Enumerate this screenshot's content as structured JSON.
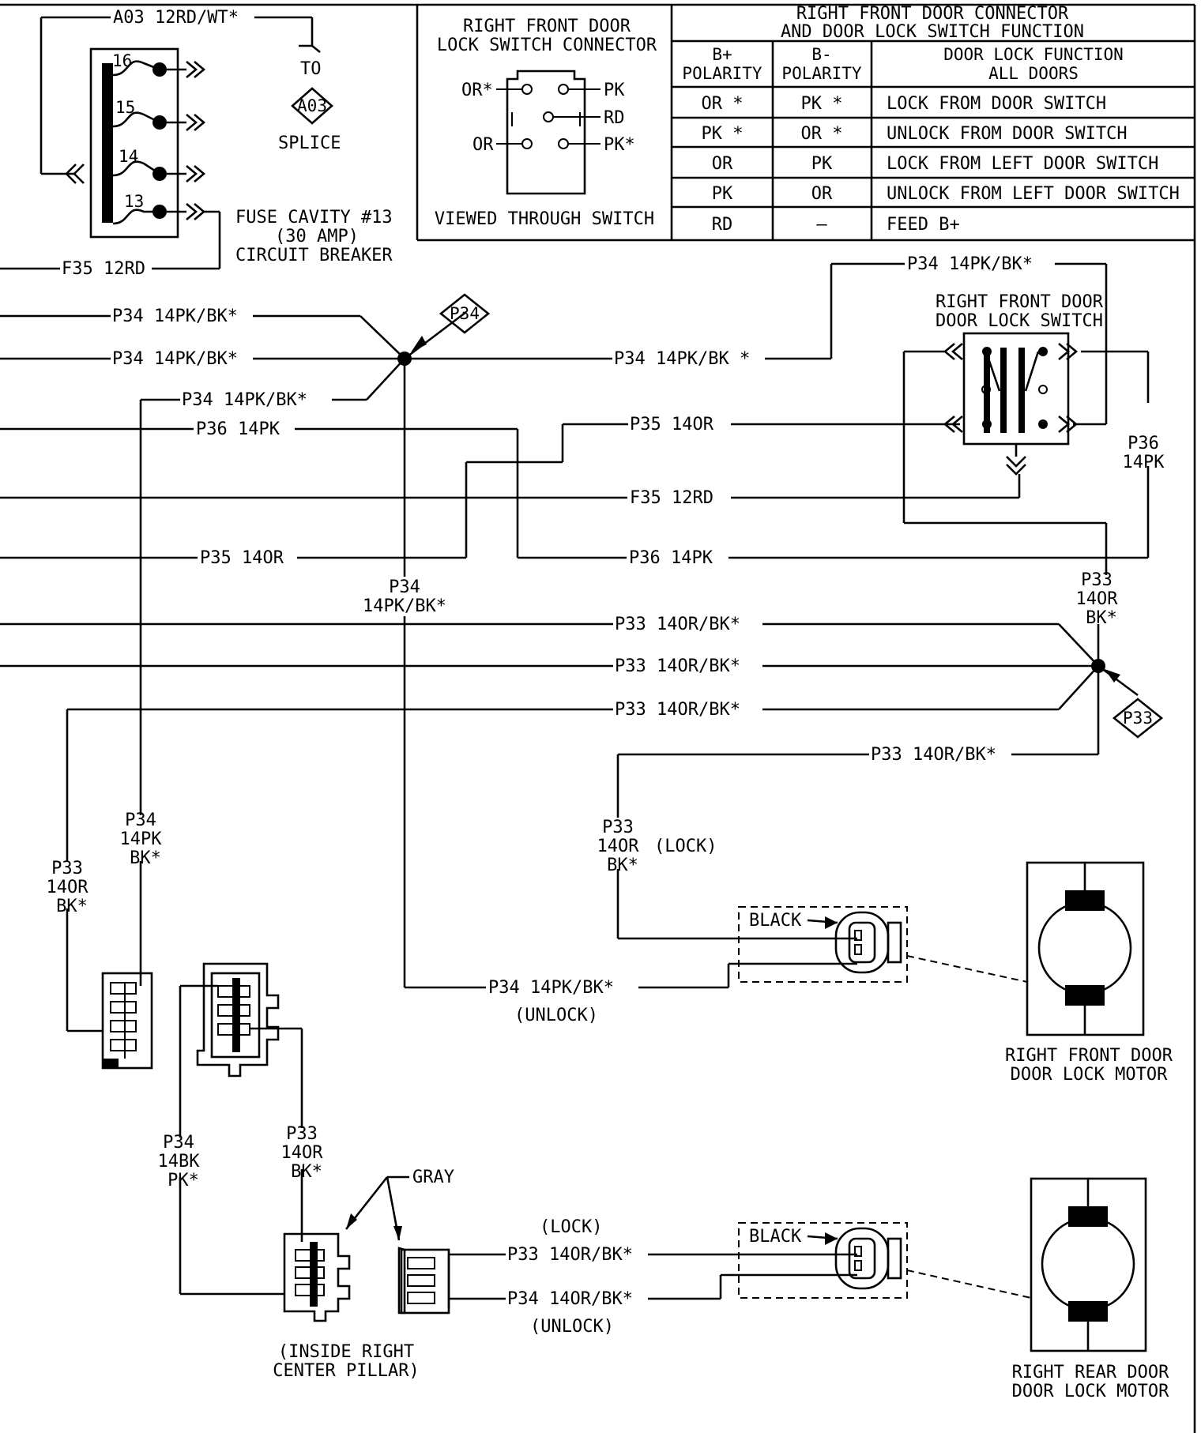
{
  "header": {
    "a03_wire": "A03 12RD/WT*",
    "to": "TO",
    "splice_a03": "A03",
    "splice": "SPLICE",
    "fuse": [
      "FUSE CAVITY #13",
      "(30 AMP)",
      "CIRCUIT BREAKER"
    ],
    "pins": [
      "16",
      "15",
      "14",
      "13"
    ]
  },
  "connector": {
    "title": [
      "RIGHT FRONT DOOR",
      "LOCK SWITCH CONNECTOR"
    ],
    "pins": {
      "or_star": "OR*",
      "pk": "PK",
      "rd": "RD",
      "or": "OR",
      "pk_star": "PK*"
    },
    "footer": "VIEWED THROUGH SWITCH"
  },
  "table": {
    "title": [
      "RIGHT FRONT DOOR CONNECTOR",
      "AND DOOR LOCK SWITCH FUNCTION"
    ],
    "headers": [
      [
        "B+",
        "POLARITY"
      ],
      [
        "B-",
        "POLARITY"
      ],
      [
        "DOOR LOCK FUNCTION",
        "ALL DOORS"
      ]
    ],
    "rows": [
      [
        "OR *",
        "PK *",
        "LOCK FROM DOOR SWITCH"
      ],
      [
        "PK *",
        "OR *",
        "UNLOCK FROM DOOR SWITCH"
      ],
      [
        "OR",
        "PK",
        "LOCK FROM LEFT DOOR SWITCH"
      ],
      [
        "PK",
        "OR",
        "UNLOCK FROM LEFT DOOR SWITCH"
      ],
      [
        "RD",
        "—",
        "FEED B+"
      ]
    ]
  },
  "wires": {
    "f35_top": "F35 12RD",
    "p34_a": "P34 14PK/BK*",
    "p34_b": "P34 14PK/BK*",
    "p34_c": "P34 14PK/BK*",
    "p34_right": "P34 14PK/BK *",
    "p34_switch_top": "P34 14PK/BK*",
    "p36_left": "P36 14PK",
    "p35_right": "P35 14OR",
    "f35_mid": "F35 12RD",
    "p35_left": "P35 14OR",
    "p36_right": "P36 14PK",
    "p36_vert": [
      "P36",
      "14PK"
    ],
    "p34_vert": [
      "P34",
      "14PK/BK*"
    ],
    "p33_vert": [
      "P33",
      "14OR",
      "BK*"
    ],
    "p33_a": "P33 14OR/BK*",
    "p33_b": "P33 14OR/BK*",
    "p33_c": "P33 14OR/BK*",
    "p33_d": "P33 14OR/BK*",
    "p33_lock": [
      "P33",
      "14OR",
      "BK*"
    ],
    "lock": "(LOCK)",
    "p34_unlock": "P34 14PK/BK*",
    "unlock": "(UNLOCK)",
    "p34_left_vert": [
      "P34",
      "14PK",
      "BK*"
    ],
    "p33_left_vert": [
      "P33",
      "14OR",
      "BK*"
    ],
    "p34_low_vert": [
      "P34",
      "14BK",
      "PK*"
    ],
    "p33_low_vert": [
      "P33",
      "14OR",
      "BK*"
    ],
    "gray": "GRAY",
    "lock2": "(LOCK)",
    "p33_rear": "P33 14OR/BK*",
    "p34_rear": "P34 14OR/BK*",
    "unlock2": "(UNLOCK)",
    "pillar": [
      "(INSIDE RIGHT",
      "CENTER PILLAR)"
    ]
  },
  "splices": {
    "p34": "P34",
    "p33": "P33"
  },
  "switch": {
    "title": [
      "RIGHT FRONT DOOR",
      "DOOR LOCK SWITCH"
    ]
  },
  "motors": {
    "black_front": "BLACK",
    "black_rear": "BLACK",
    "front": [
      "RIGHT FRONT DOOR",
      "DOOR LOCK MOTOR"
    ],
    "rear": [
      "RIGHT REAR DOOR",
      "DOOR LOCK MOTOR"
    ]
  }
}
